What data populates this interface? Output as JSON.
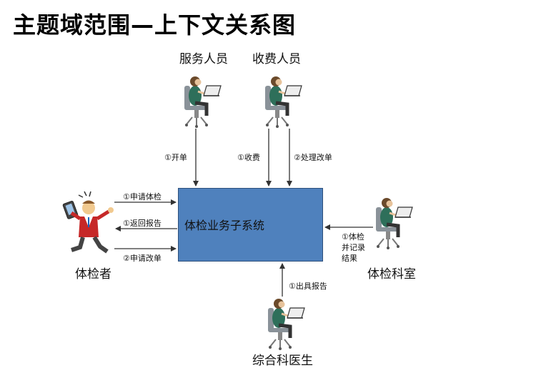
{
  "title": "主题域范围—上下文关系图",
  "system": {
    "label": "体检业务子系统"
  },
  "actors": {
    "service_staff": "服务人员",
    "cashier": "收费人员",
    "examinee": "体检者",
    "exam_dept": "体检科室",
    "general_doctor": "综合科医生"
  },
  "flows": {
    "open_order": "①开单",
    "charge": "①收费",
    "process_change": "②处理改单",
    "apply_exam": "①申请体检",
    "return_report": "①返回报告",
    "apply_change": "②申请改单",
    "exam_record_1": "①体检",
    "exam_record_2": "并记录",
    "exam_record_3": "结果",
    "issue_report": "①出具报告"
  },
  "colors": {
    "system_fill": "#4f81bd",
    "arrow": "#333333",
    "chair": "#8a9299",
    "person_shirt": "#2e6f5a"
  }
}
